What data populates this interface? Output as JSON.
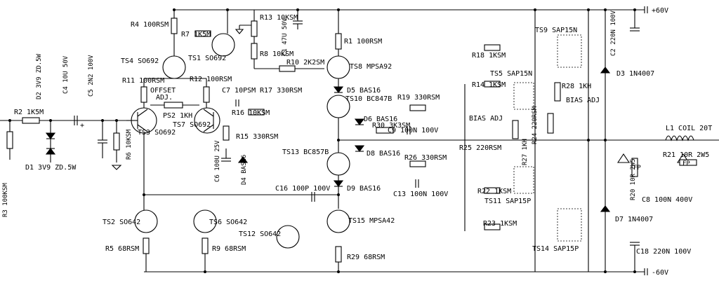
{
  "rails": {
    "positive": "+60V",
    "negative": "-60V"
  },
  "labels": {
    "R1": "R1 100RSM",
    "R2": "R2 1K5M",
    "R3": "R3 100KSM",
    "R4": "R4 100RSM",
    "R5": "R5 68RSM",
    "R6": "R6 10KSM",
    "R7": "R7 1K5M",
    "R8": "R8 10KSM",
    "R9": "R9 68RSM",
    "R10": "R10 2K2SM",
    "R11": "R11 100RSM",
    "R12": "R12 100RSM",
    "R13": "R13 10KSM",
    "R14": "R14 1KSM",
    "R15": "R15 330RSM",
    "R16": "R16 10KSM",
    "R17": "R17 330RSM",
    "R18": "R18 1KSM",
    "R19": "R19 330RSM",
    "R20": "R20 10R 2W5",
    "R21": "R21 10R 2W5",
    "R22": "R22 1KSM",
    "R23": "R23 1KSM",
    "R24": "R24 220RSM",
    "R25": "R25 220RSM",
    "R26": "R26 330RSM",
    "R27": "R27 1KH",
    "R28": "R28 1KH",
    "R29": "R29 68RSM",
    "R30": "R30 3K3SM",
    "C1": "C1 47U 50V",
    "C2": "C2 220N 100V",
    "C4": "C4 10U 50V",
    "C5": "C5 2N2 100V",
    "C6": "C6 100U 25V",
    "C7": "C7 10PSM",
    "C8": "C8 100N 400V",
    "C9": "C9 100N 100V",
    "C13": "C13 100N 100V",
    "C16": "C16 100P 100V",
    "C18": "C18 220N 100V",
    "D1": "D1 3V9 ZD.5W",
    "D2": "D2 3V9 ZD.5W",
    "D3": "D3 1N4007",
    "D4": "D4 BAS16",
    "D5": "D5 BAS16",
    "D6": "D6 BAS16",
    "D7": "D7 1N4007",
    "D8": "D8 BAS16",
    "D9": "D9 BAS16",
    "TS1": "TS1 SO692",
    "TS2": "TS2 SO642",
    "TS3": "TS3 SO692",
    "TS4": "TS4 SO692",
    "TS5": "TS5 SAP15N",
    "TS6": "TS6 SO642",
    "TS7": "TS7 SO692",
    "TS8": "TS8 MPSA92",
    "TS9": "TS9 SAP15N",
    "TS10": "TS10 BC847B",
    "TS11": "TS11 SAP15P",
    "TS12": "TS12 SO642",
    "TS13": "TS13 BC857B",
    "TS14": "TS14 SAP15P",
    "TS15": "TS15 MPSA42",
    "PS2": "PS2 1KH",
    "L1": "L1 COIL 20T",
    "offset1": "OFFSET",
    "offset2": "ADJ.",
    "biasadj1": "BIAS ADJ",
    "biasadj2": "BIAS ADJ",
    "fp1": "FP",
    "fp2": "FP",
    "plus": "+"
  }
}
